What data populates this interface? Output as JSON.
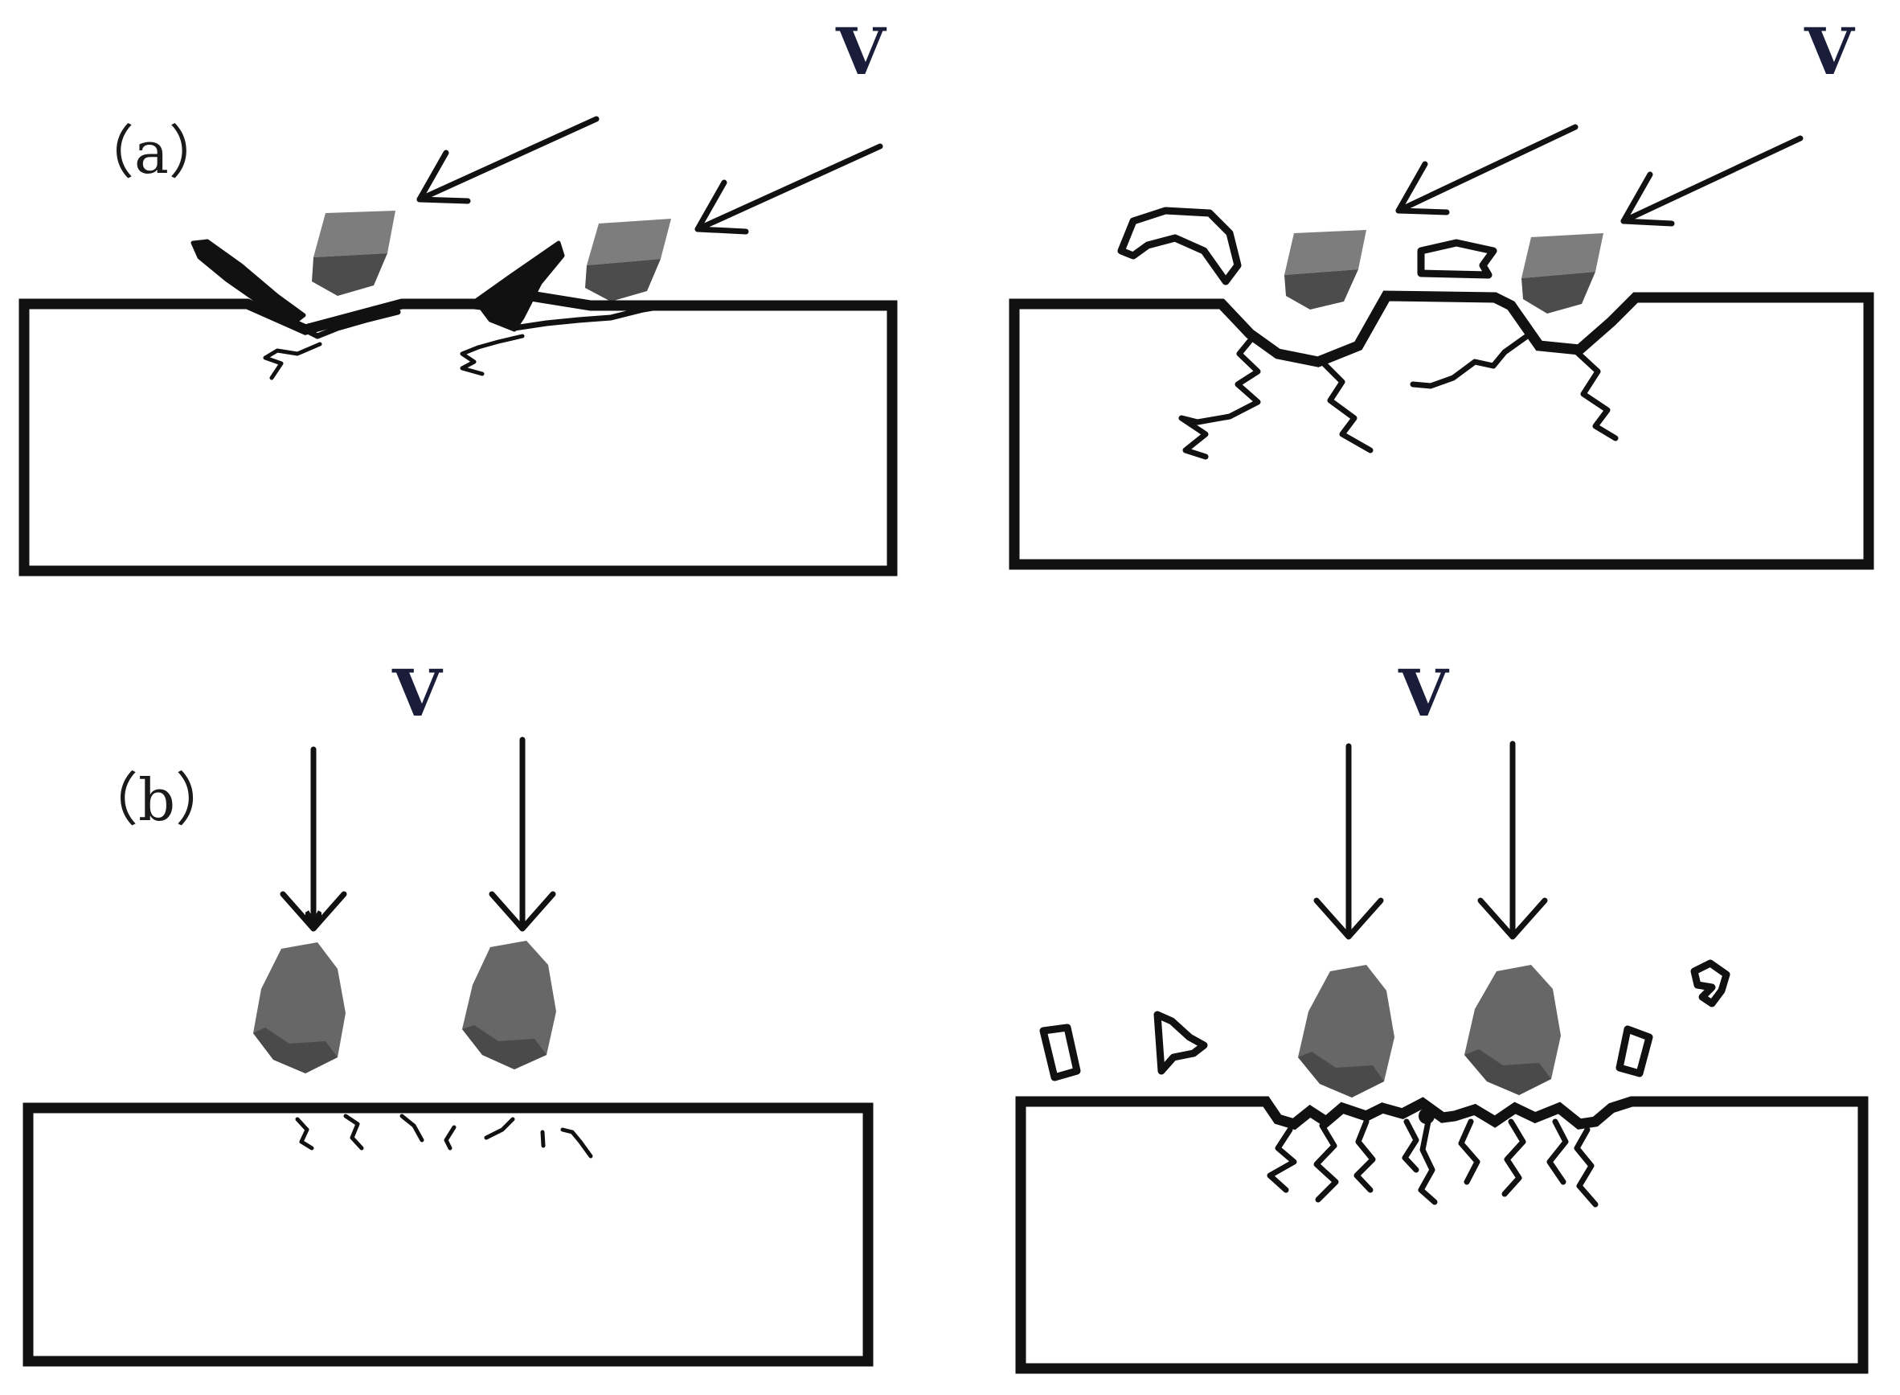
{
  "panels": {
    "a": {
      "label": "（a）",
      "velocity_left": "V",
      "velocity_right": "V"
    },
    "b": {
      "label": "（b）",
      "velocity_left": "V",
      "velocity_right": "V"
    }
  },
  "colors": {
    "line": "#111111",
    "particle_light": "#7d7d7d",
    "particle_dark": "#4c4c4c",
    "velocity_label": "#1a1d3a"
  }
}
